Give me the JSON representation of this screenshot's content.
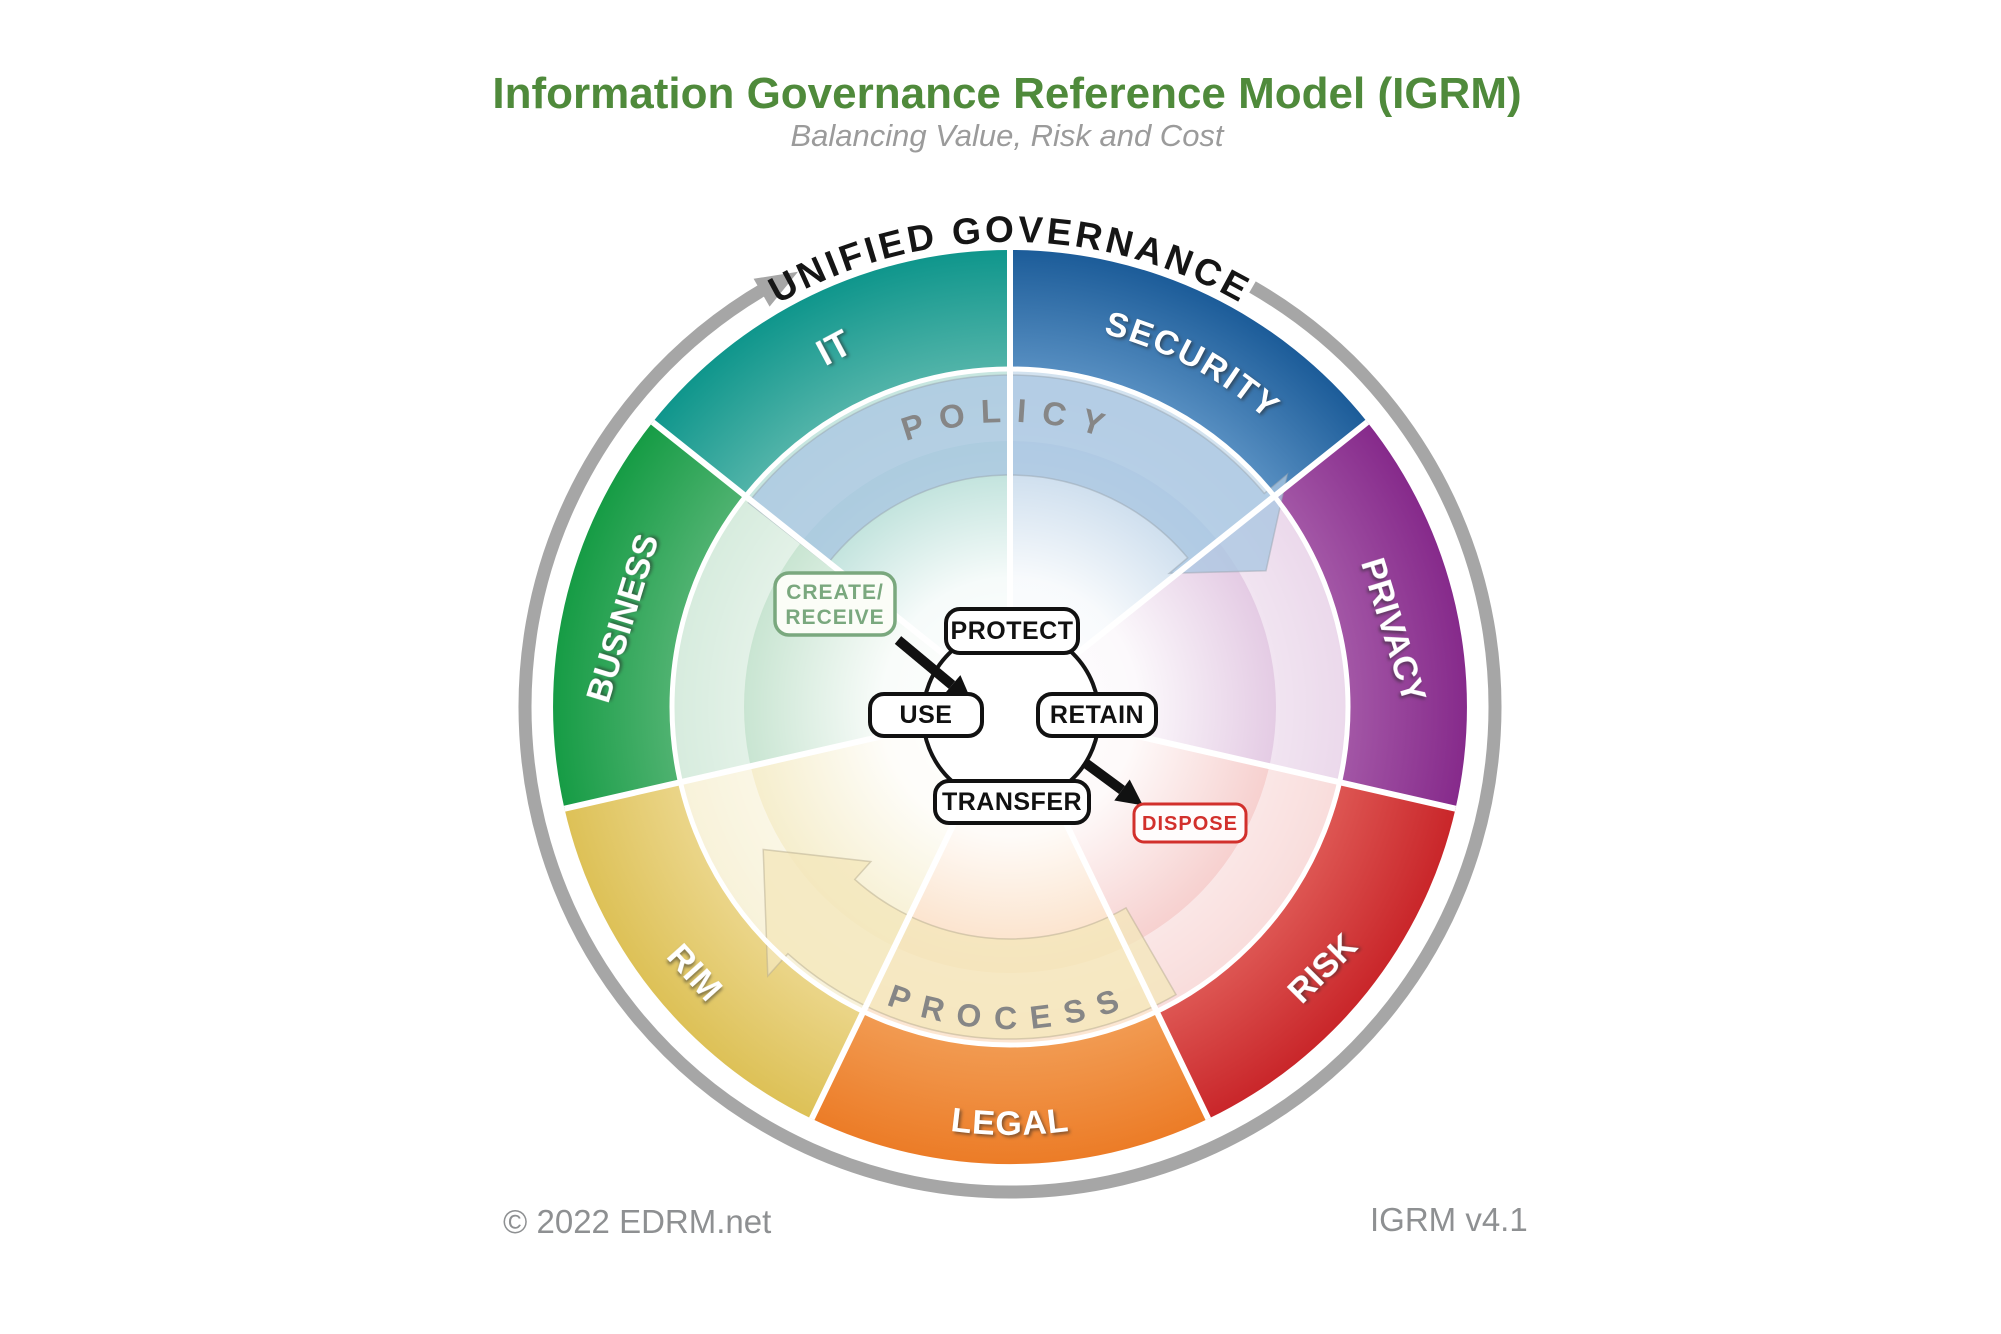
{
  "header": {
    "title": "Information Governance Reference Model (IGRM)",
    "subtitle": "Balancing Value, Risk and Cost",
    "title_color": "#4f8a3b"
  },
  "wheel": {
    "outer_label": "UNIFIED GOVERNANCE",
    "rings": {
      "policy": "POLICY",
      "process": "PROCESS"
    },
    "segments": [
      {
        "id": "security",
        "label": "SECURITY",
        "color": "#1c5c99"
      },
      {
        "id": "privacy",
        "label": "PRIVACY",
        "color": "#862a8b"
      },
      {
        "id": "risk",
        "label": "RISK",
        "color": "#c9262a"
      },
      {
        "id": "legal",
        "label": "LEGAL",
        "color": "#ec7c27"
      },
      {
        "id": "rim",
        "label": "RIM",
        "color": "#ddc157"
      },
      {
        "id": "business",
        "label": "BUSINESS",
        "color": "#169c45"
      },
      {
        "id": "it",
        "label": "IT",
        "color": "#0f968c"
      }
    ],
    "lifecycle": {
      "create_label_line1": "CREATE/",
      "create_label_line2": "RECEIVE",
      "create_color": "#7aa87e",
      "stages": [
        "PROTECT",
        "USE",
        "RETAIN",
        "TRANSFER"
      ],
      "dispose_label": "DISPOSE",
      "dispose_color": "#d2302c"
    }
  },
  "footer": {
    "copyright": "© 2022 EDRM.net",
    "version": "IGRM v4.1"
  }
}
